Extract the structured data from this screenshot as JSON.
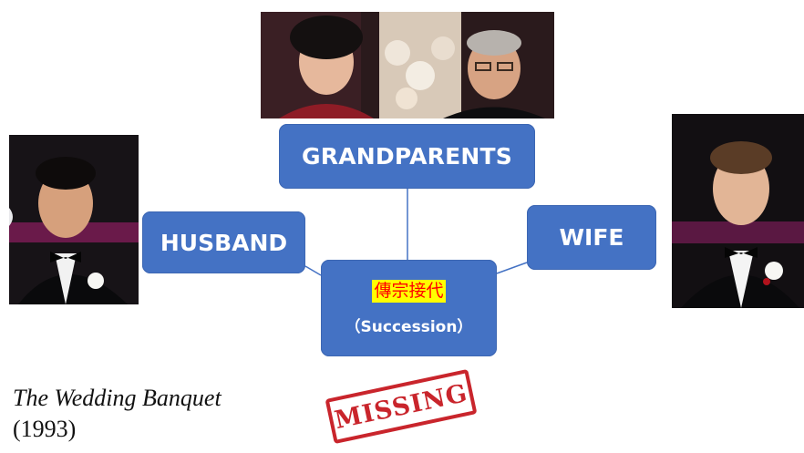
{
  "nodes": {
    "grandparents": "GRANDPARENTS",
    "husband": "HUSBAND",
    "wife": "WIFE",
    "center_chinese": "傳宗接代",
    "center_english": "（Succession）"
  },
  "caption": {
    "title": "The Wedding Banquet",
    "year": "(1993)"
  },
  "stamp": {
    "text": "MISSING"
  },
  "colors": {
    "node_fill": "#4472c4",
    "connector": "#4472c4",
    "highlight_bg": "#ffff00",
    "highlight_text": "#ff0000",
    "stamp": "#c9252c"
  }
}
